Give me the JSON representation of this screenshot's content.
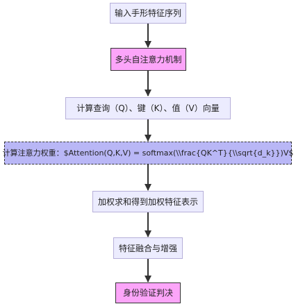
{
  "nodes": [
    {
      "id": "n1",
      "label": "输入手形特征序列",
      "style": "std"
    },
    {
      "id": "n2",
      "label": "多头自注意力机制",
      "style": "hi"
    },
    {
      "id": "n3",
      "label": "计算查询（Q）、键（K）、值（V）向量",
      "style": "std"
    },
    {
      "id": "n4",
      "label": "计算注意力权重：$Attention(Q,K,V) = softmax(\\\\frac{QK^T}{\\\\sqrt{d_k}})V$",
      "style": "calc"
    },
    {
      "id": "n5",
      "label": "加权求和得到加权特征表示",
      "style": "std"
    },
    {
      "id": "n6",
      "label": "特征融合与增强",
      "style": "std"
    },
    {
      "id": "n7",
      "label": "身份验证判决",
      "style": "hi"
    }
  ],
  "edges": [
    {
      "from": "n1",
      "to": "n2"
    },
    {
      "from": "n2",
      "to": "n3"
    },
    {
      "from": "n3",
      "to": "n4"
    },
    {
      "from": "n4",
      "to": "n5"
    },
    {
      "from": "n5",
      "to": "n6"
    },
    {
      "from": "n6",
      "to": "n7"
    }
  ]
}
